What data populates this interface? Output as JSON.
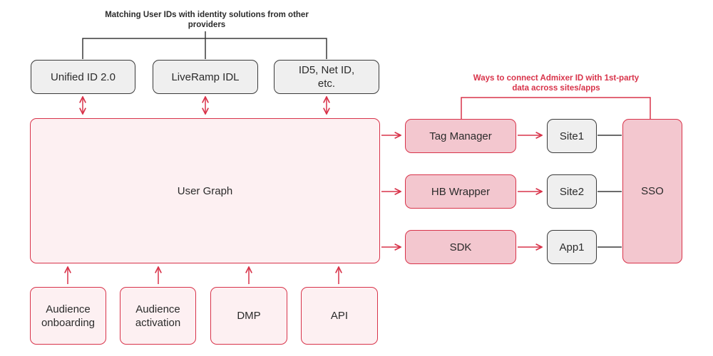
{
  "top_note": "Matching User IDs with identity solutions from other providers",
  "right_note": "Ways to connect Admixer ID with 1st-party data across sites/apps",
  "providers": [
    "Unified ID 2.0",
    "LiveRamp IDL",
    "ID5, Net ID, etc."
  ],
  "user_graph": "User Graph",
  "inputs": [
    "Audience onboarding",
    "Audience activation",
    "DMP",
    "API"
  ],
  "connectors": [
    "Tag Manager",
    "HB Wrapper",
    "SDK"
  ],
  "properties": [
    "Site1",
    "Site2",
    "App1"
  ],
  "sso": "SSO",
  "colors": {
    "accent": "#d8334a",
    "dark": "#3a3a3a",
    "pink_fill": "#f3c7cf",
    "pink_light": "#fdf0f2",
    "gray_fill": "#efefef"
  }
}
